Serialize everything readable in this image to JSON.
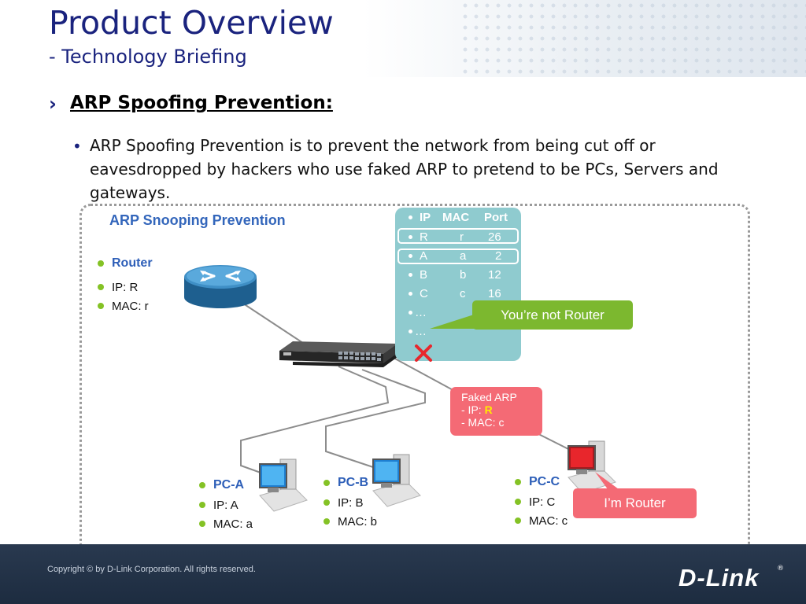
{
  "header": {
    "title": "Product Overview",
    "subtitle": "- Technology Briefing"
  },
  "section": {
    "arrow": "›",
    "heading": "ARP Spoofing Prevention:",
    "bullet": "•",
    "text": "ARP Spoofing Prevention is to prevent the network from being cut off or eavesdropped by hackers who use faked ARP to pretend to be PCs, Servers and gateways."
  },
  "diagram": {
    "title": "ARP Snooping Prevention",
    "router": {
      "name": "Router",
      "ip": "IP: R",
      "mac": "MAC: r"
    },
    "table": {
      "header": [
        "IP",
        "MAC",
        "Port"
      ],
      "rows": [
        [
          "R",
          "r",
          "26"
        ],
        [
          "A",
          "a",
          "2"
        ],
        [
          "B",
          "b",
          "12"
        ],
        [
          "C",
          "c",
          "16"
        ],
        [
          "…",
          "",
          ""
        ],
        [
          "…",
          "",
          ""
        ]
      ]
    },
    "callout_not_router": "You’re not Router",
    "faked_arp": {
      "line1": "Faked ARP",
      "line2_prefix": "- IP: ",
      "line2_value": "R",
      "line3": "- MAC: c"
    },
    "callout_im_router": "I’m Router",
    "pcs": [
      {
        "name": "PC-A",
        "ip": "IP: A",
        "mac": "MAC: a"
      },
      {
        "name": "PC-B",
        "ip": "IP: B",
        "mac": "MAC: b"
      },
      {
        "name": "PC-C",
        "ip": "IP: C",
        "mac": "MAC: c"
      }
    ],
    "colors": {
      "accent_blue": "#2e5fb8",
      "table_bg": "#8fcbcf",
      "green": "#7cb82f",
      "red": "#f46a75",
      "attacker_screen": "#e8262c"
    }
  },
  "footer": {
    "copyright": "Copyright © by D-Link Corporation. All rights reserved.",
    "logo": "D-Link",
    "registered": "®"
  }
}
